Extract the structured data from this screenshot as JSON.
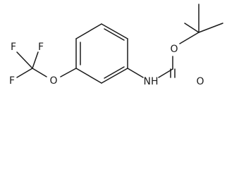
{
  "molecule": {
    "atoms": {
      "fluorine_top_left": "F",
      "fluorine_top_right": "F",
      "fluorine_bottom": "F",
      "ether_oxygen": "O",
      "nitrogen": "NH",
      "ester_oxygen": "O",
      "carbonyl_oxygen": "O"
    }
  }
}
